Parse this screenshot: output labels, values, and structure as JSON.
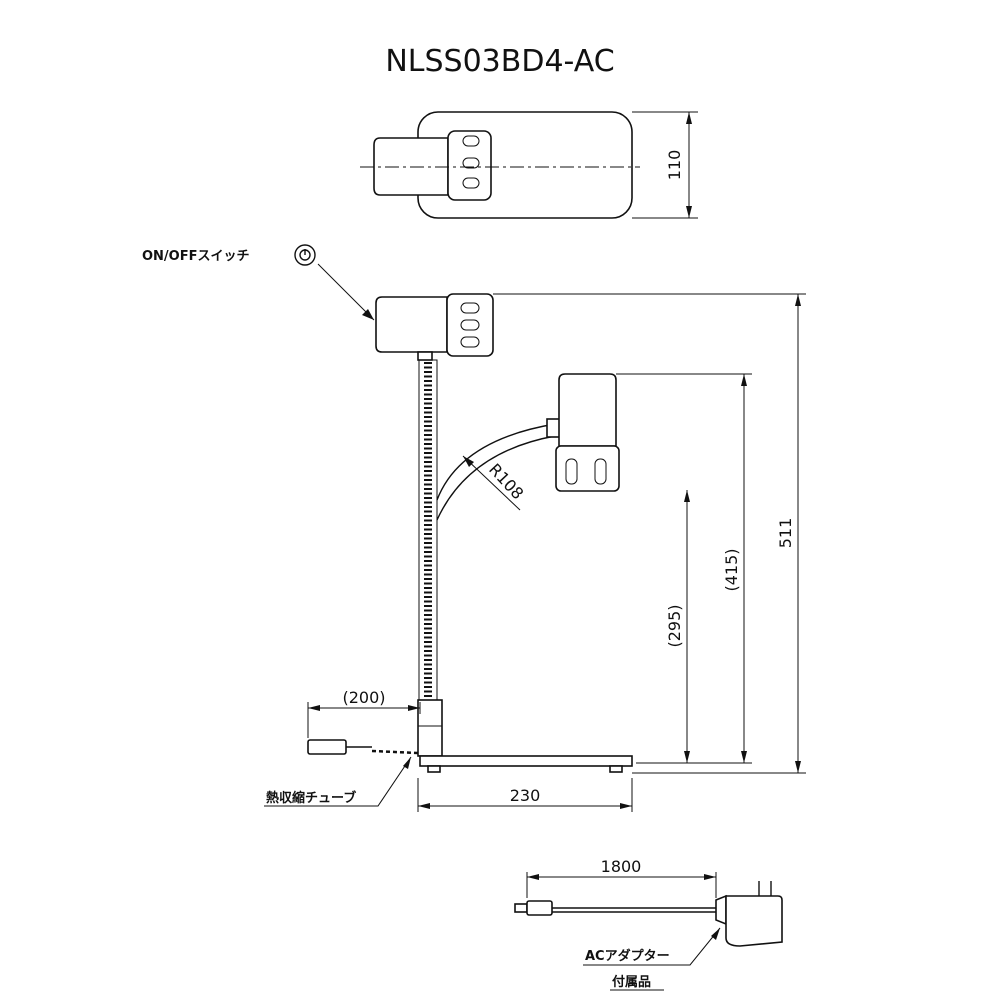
{
  "title": "NLSS03BD4-AC",
  "dimensions": {
    "top_view_width": "110",
    "overall_height": "511",
    "lamp_height": "(415)",
    "arm_height": "(295)",
    "cord_length": "(200)",
    "base_length": "230",
    "bend_radius": "R108",
    "adapter_cord_length": "1800"
  },
  "labels": {
    "switch": "ON/OFFスイッチ",
    "heat_shrink_tube": "熱収縮チューブ",
    "ac_adapter": "ACアダプター",
    "accessory": "付属品"
  },
  "icons": {
    "switch_symbol": "power-icon"
  }
}
